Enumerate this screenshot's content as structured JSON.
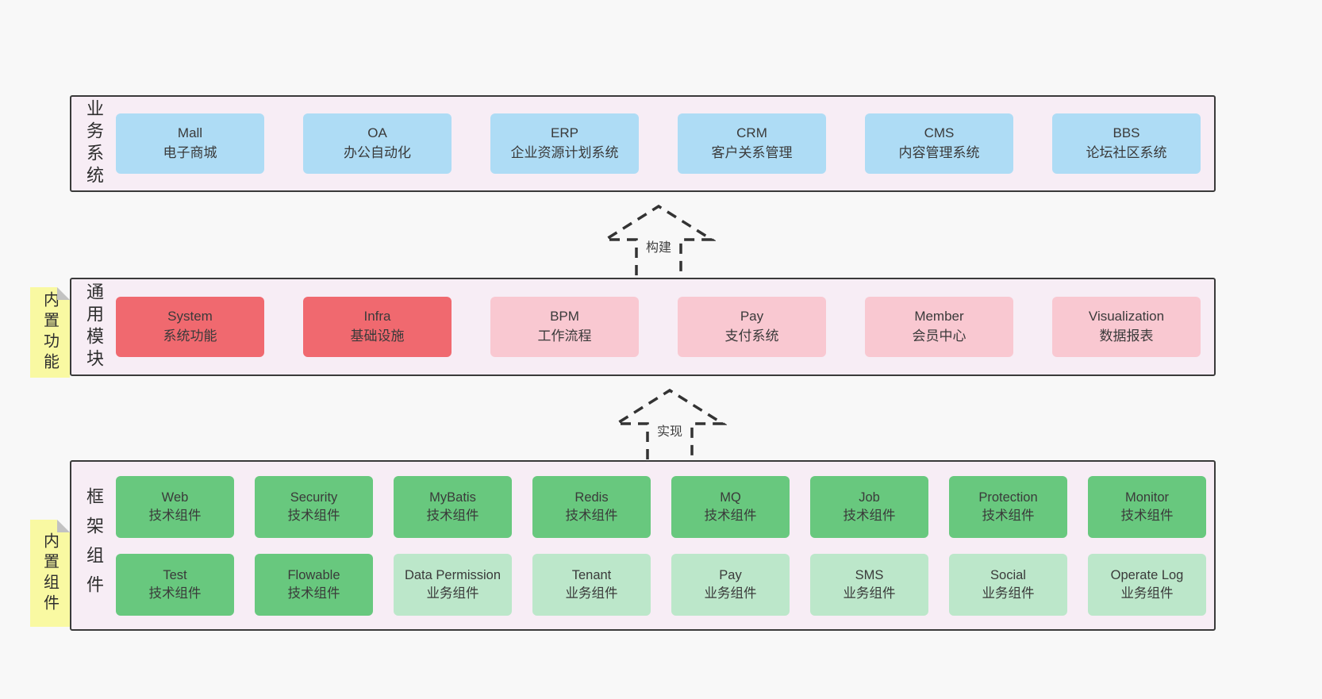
{
  "colors": {
    "background": "#f8f8f8",
    "layer_fill": "#f7edf5",
    "layer_border": "#3a3a3a",
    "blue_box": "#aedcf5",
    "red_box": "#f0696f",
    "pink_box": "#f9c8d1",
    "green_box": "#68c87e",
    "light_green_box": "#bce7ca",
    "note_yellow": "#f9f9a2"
  },
  "arrows": [
    {
      "label": "构建"
    },
    {
      "label": "实现"
    }
  ],
  "layers": [
    {
      "label": "业务系统",
      "boxes": [
        {
          "title": "Mall",
          "subtitle": "电子商城"
        },
        {
          "title": "OA",
          "subtitle": "办公自动化"
        },
        {
          "title": "ERP",
          "subtitle": "企业资源计划系统"
        },
        {
          "title": "CRM",
          "subtitle": "客户关系管理"
        },
        {
          "title": "CMS",
          "subtitle": "内容管理系统"
        },
        {
          "title": "BBS",
          "subtitle": "论坛社区系统"
        }
      ]
    },
    {
      "label": "通用模块",
      "note": "内置功能",
      "boxes": [
        {
          "title": "System",
          "subtitle": "系统功能"
        },
        {
          "title": "Infra",
          "subtitle": "基础设施"
        },
        {
          "title": "BPM",
          "subtitle": "工作流程"
        },
        {
          "title": "Pay",
          "subtitle": "支付系统"
        },
        {
          "title": "Member",
          "subtitle": "会员中心"
        },
        {
          "title": "Visualization",
          "subtitle": "数据报表"
        }
      ]
    },
    {
      "label": "框架组件",
      "note": "内置组件",
      "rows": [
        [
          {
            "title": "Web",
            "subtitle": "技术组件"
          },
          {
            "title": "Security",
            "subtitle": "技术组件"
          },
          {
            "title": "MyBatis",
            "subtitle": "技术组件"
          },
          {
            "title": "Redis",
            "subtitle": "技术组件"
          },
          {
            "title": "MQ",
            "subtitle": "技术组件"
          },
          {
            "title": "Job",
            "subtitle": "技术组件"
          },
          {
            "title": "Protection",
            "subtitle": "技术组件"
          },
          {
            "title": "Monitor",
            "subtitle": "技术组件"
          }
        ],
        [
          {
            "title": "Test",
            "subtitle": "技术组件"
          },
          {
            "title": "Flowable",
            "subtitle": "技术组件"
          },
          {
            "title": "Data Permission",
            "subtitle": "业务组件"
          },
          {
            "title": "Tenant",
            "subtitle": "业务组件"
          },
          {
            "title": "Pay",
            "subtitle": "业务组件"
          },
          {
            "title": "SMS",
            "subtitle": "业务组件"
          },
          {
            "title": "Social",
            "subtitle": "业务组件"
          },
          {
            "title": "Operate Log",
            "subtitle": "业务组件"
          }
        ]
      ]
    }
  ]
}
